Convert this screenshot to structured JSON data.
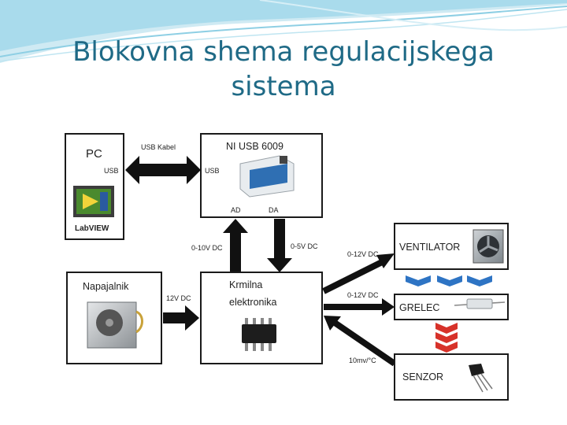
{
  "slide": {
    "title_line1": "Blokovna shema regulacijskega",
    "title_line2": "sistema"
  },
  "diagram": {
    "pc": {
      "title": "PC",
      "port": "USB",
      "software": "LabVIEW"
    },
    "usb_link": {
      "label": "USB Kabel"
    },
    "daq": {
      "title": "NI USB 6009",
      "port": "USB",
      "input": "AD",
      "output": "DA"
    },
    "ad_link": {
      "label": "0-10V DC"
    },
    "da_link": {
      "label": "0-5V DC"
    },
    "psu": {
      "title": "Napajalnik"
    },
    "psu_link": {
      "label": "12V DC"
    },
    "controller": {
      "title_line1": "Krmilna",
      "title_line2": "elektronika"
    },
    "fan_link": {
      "label": "0-12V DC"
    },
    "heater_link": {
      "label": "0-12V DC"
    },
    "sensor_link": {
      "label": "10mv/°C"
    },
    "fan": {
      "title": "VENTILATOR"
    },
    "heater": {
      "title": "GRELEC"
    },
    "sensor": {
      "title": "SENZOR"
    },
    "colors": {
      "flow_blue": "#2e74c4",
      "flow_red": "#d7322a",
      "box_border": "#1a1a1a",
      "title_color": "#1f6a86"
    }
  }
}
